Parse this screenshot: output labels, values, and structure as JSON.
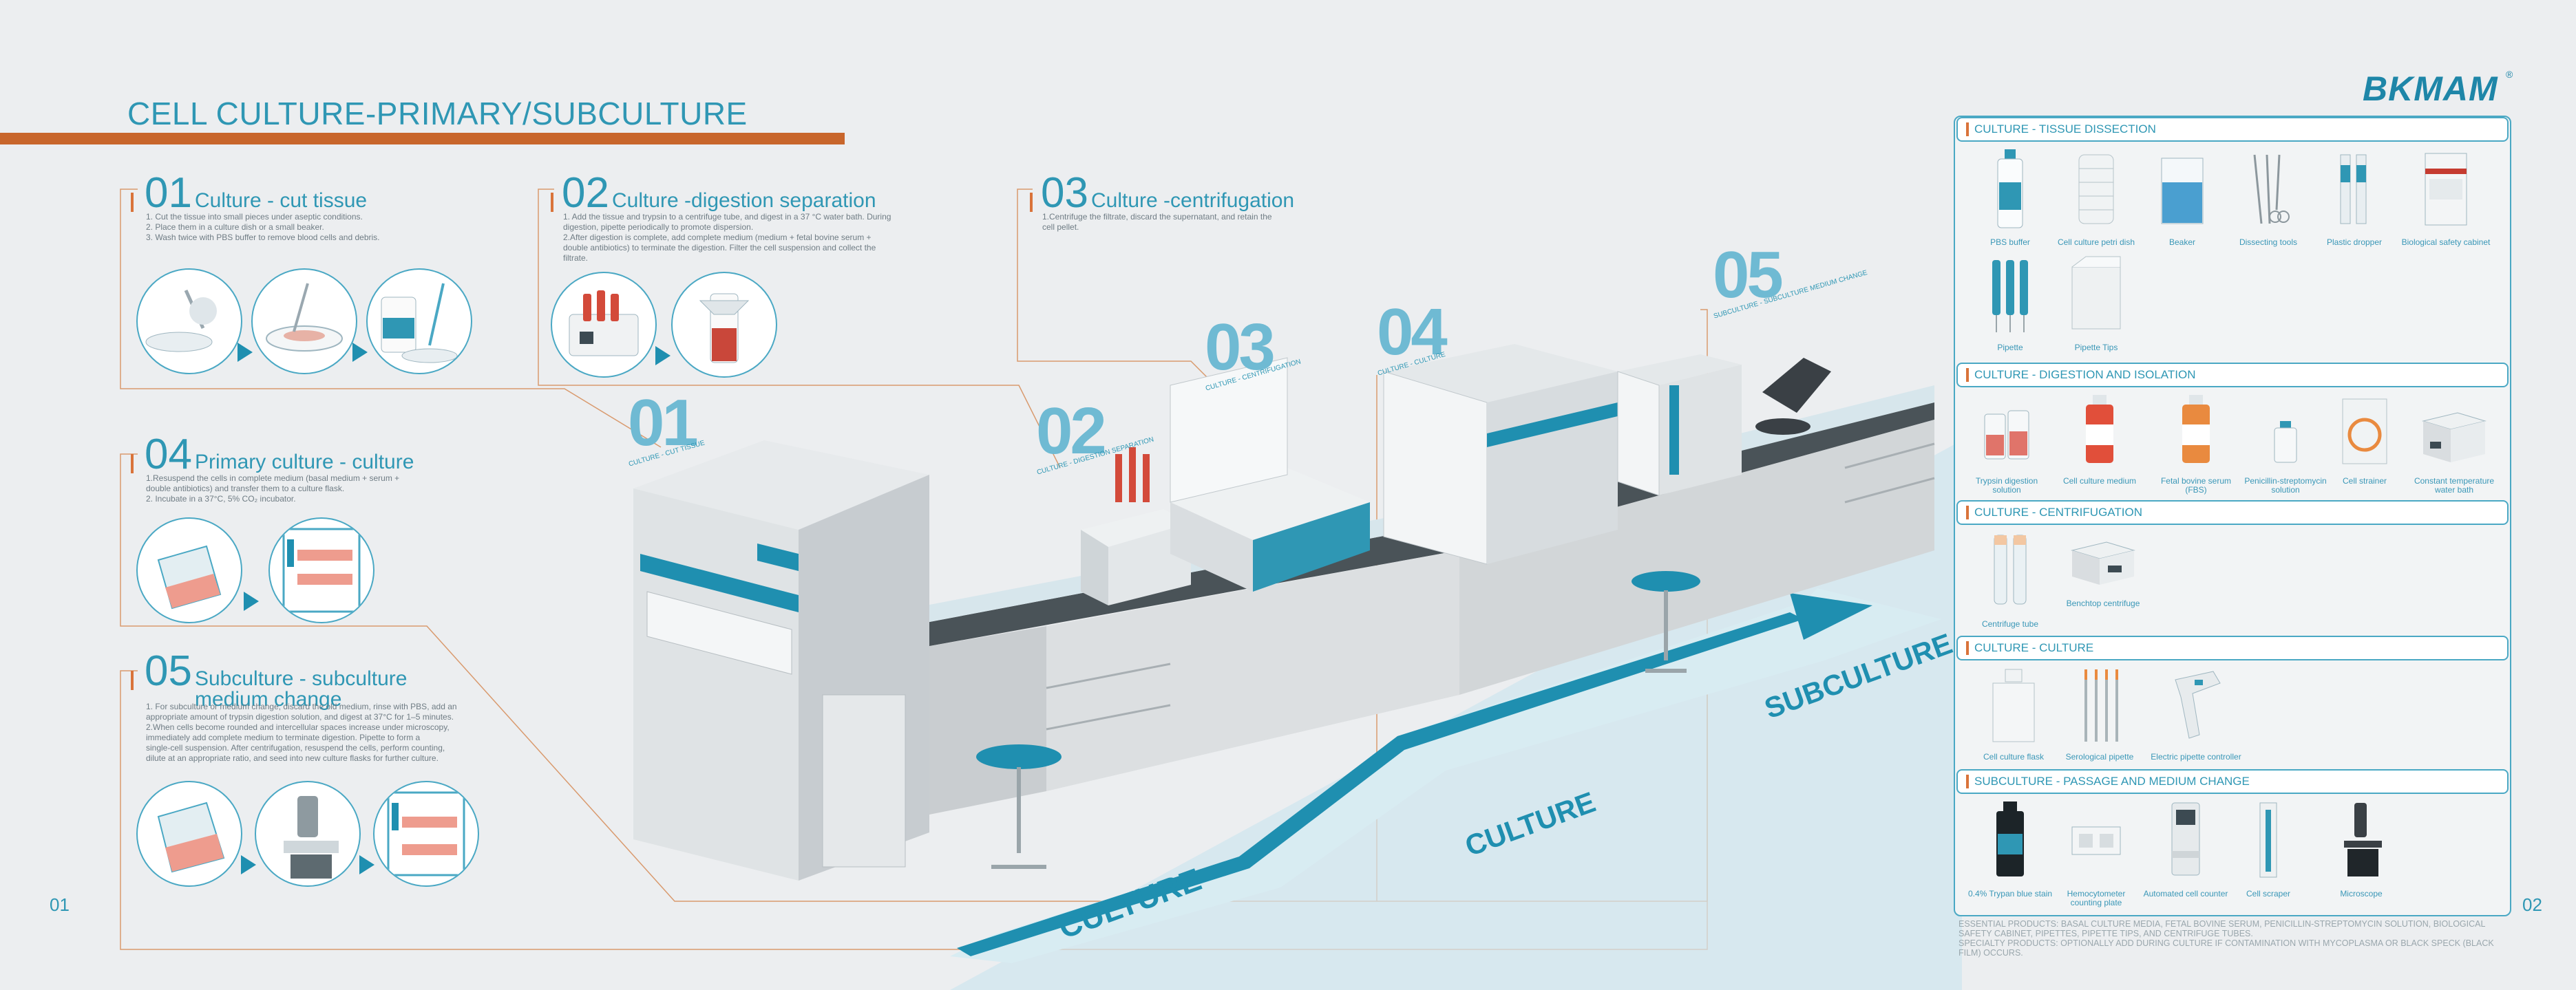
{
  "page": {
    "title": "CELL CULTURE-PRIMARY/SUBCULTURE",
    "brand": "BKMAM",
    "brand_mark": "®",
    "page_left": "01",
    "page_right": "02"
  },
  "steps": [
    {
      "num": "01",
      "title": "Culture - cut tissue",
      "lines": [
        "1. Cut the tissue into small pieces under aseptic conditions.",
        "2. Place them in a culture dish or a small beaker.",
        "3. Wash twice with PBS buffer to remove blood cells and debris."
      ]
    },
    {
      "num": "02",
      "title": "Culture -digestion separation",
      "lines": [
        "1. Add the tissue and trypsin to a centrifuge tube, and digest in a 37 °C water bath. During",
        "digestion, pipette periodically to promote dispersion.",
        "2.After digestion is complete, add complete medium (medium + fetal bovine serum +",
        "double antibiotics) to terminate the digestion. Filter the cell suspension and collect the",
        "filtrate."
      ]
    },
    {
      "num": "03",
      "title": "Culture -centrifugation",
      "lines": [
        "1.Centrifuge the filtrate, discard the supernatant, and retain the",
        "cell pellet."
      ]
    },
    {
      "num": "04",
      "title": "Primary culture - culture",
      "lines": [
        "1.Resuspend the cells in complete medium (basal medium + serum +",
        "double antibiotics) and transfer them to a culture flask.",
        "2. Incubate in a 37°C, 5% CO₂ incubator."
      ]
    },
    {
      "num": "05",
      "title": "Subculture - subculture medium change",
      "lines": [
        "1. For subculture or medium change, discard the old medium, rinse with PBS, add an",
        "appropriate amount of trypsin digestion solution, and digest at 37°C for 1–5 minutes.",
        "2.When cells become rounded and intercellular spaces increase under microscopy,",
        "immediately add complete medium to terminate digestion. Pipette to form a",
        "single-cell suspension. After centrifugation, resuspend the cells, perform counting,",
        "dilute at an appropriate ratio, and seed into new culture flasks for further culture."
      ]
    }
  ],
  "scene": {
    "markers": [
      {
        "num": "01",
        "label": "CULTURE - CUT TISSUE"
      },
      {
        "num": "02",
        "label": "CULTURE - DIGESTION SEPARATION"
      },
      {
        "num": "03",
        "label": "CULTURE - CENTRIFUGATION"
      },
      {
        "num": "04",
        "label": "CULTURE - CULTURE"
      },
      {
        "num": "05",
        "label": "SUBCULTURE - SUBCULTURE MEDIUM CHANGE"
      }
    ],
    "floor_labels": {
      "culture_1": "CULTURE",
      "culture_2": "CULTURE",
      "subculture": "SUBCULTURE"
    }
  },
  "products": {
    "sections": [
      {
        "title": "CULTURE - TISSUE DISSECTION",
        "items": [
          "PBS buffer",
          "Cell culture petri dish",
          "Beaker",
          "Dissecting tools",
          "Plastic dropper",
          "Biological safety cabinet",
          "Pipette",
          "Pipette Tips"
        ]
      },
      {
        "title": "CULTURE - DIGESTION AND ISOLATION",
        "items": [
          "Trypsin digestion solution",
          "Cell culture medium",
          "Fetal bovine serum (FBS)",
          "Penicillin-streptomycin solution",
          "Cell strainer",
          "Constant temperature water bath"
        ]
      },
      {
        "title": "CULTURE - CENTRIFUGATION",
        "items": [
          "Centrifuge tube",
          "Benchtop centrifuge"
        ]
      },
      {
        "title": "CULTURE - CULTURE",
        "items": [
          "Cell culture flask",
          "Serological pipette",
          "Electric pipette controller"
        ]
      },
      {
        "title": "SUBCULTURE - PASSAGE AND MEDIUM CHANGE",
        "items": [
          "0.4% Trypan blue stain",
          "Hemocytometer counting plate",
          "Automated cell counter",
          "Cell scraper",
          "Microscope"
        ]
      }
    ],
    "footnote_1": "ESSENTIAL PRODUCTS: BASAL CULTURE MEDIA, FETAL BOVINE SERUM, PENICILLIN-STREPTOMYCIN SOLUTION, BIOLOGICAL SAFETY CABINET, PIPETTES, PIPETTE TIPS, AND CENTRIFUGE TUBES.",
    "footnote_2": "SPECIALTY PRODUCTS: OPTIONALLY ADD DURING CULTURE IF CONTAMINATION WITH MYCOPLASMA OR BLACK SPECK (BLACK FILM) OCCURS."
  },
  "colors": {
    "accent": "#2f97b4",
    "orange": "#c8662c",
    "teal_path": "#1f8fb0",
    "background": "#eceef0"
  }
}
